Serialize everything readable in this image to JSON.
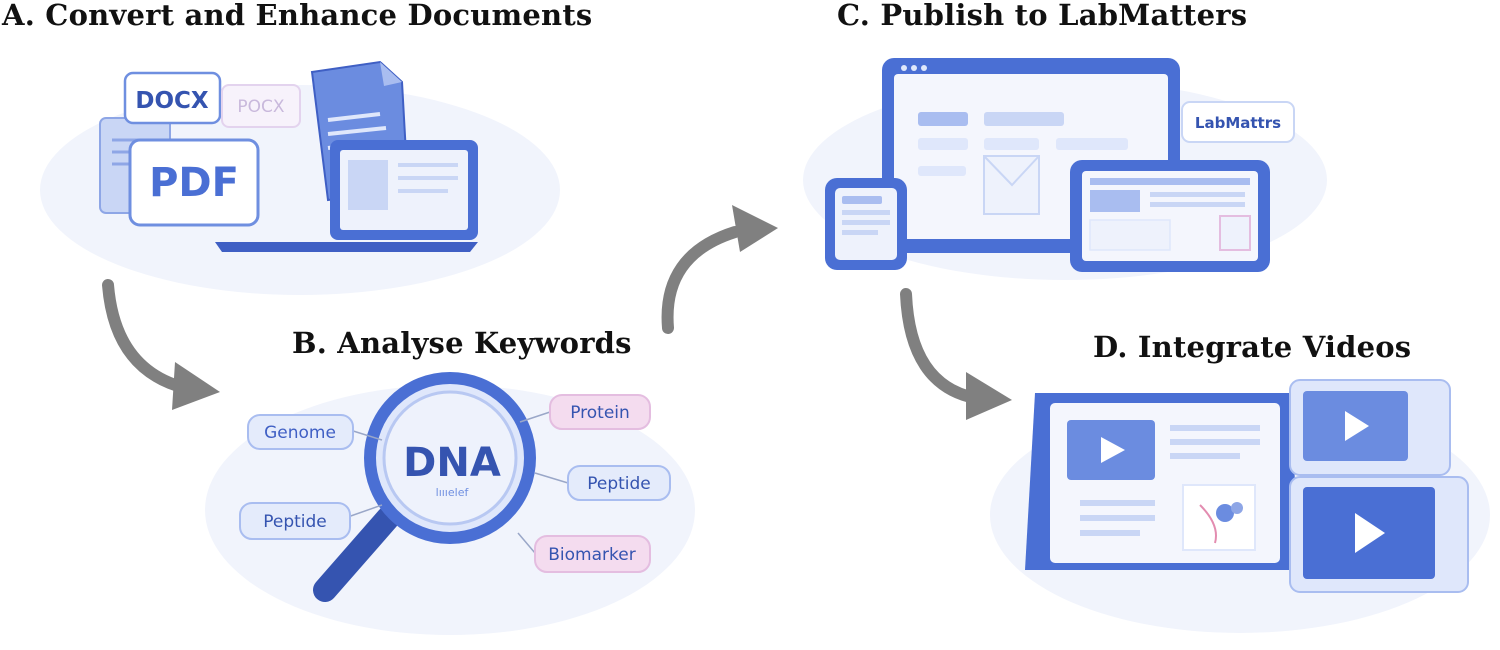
{
  "steps": {
    "a": {
      "title": "A. Convert and Enhance Documents"
    },
    "b": {
      "title": "B. Analyse Keywords"
    },
    "c": {
      "title": "C. Publish to LabMatters"
    },
    "d": {
      "title": "D. Integrate Videos"
    }
  },
  "panel_a": {
    "doc_label_primary": "DOCX",
    "doc_label_faded": "POCX",
    "pdf_label": "PDF",
    "doc_icon": "document-icon",
    "laptop_icon": "laptop-icon"
  },
  "panel_b": {
    "center_keyword": "DNA",
    "center_subtext": "lıııelef",
    "keywords": [
      "Genome",
      "Peptide",
      "Protein",
      "Peptide",
      "Biomarker"
    ],
    "magnifier_icon": "magnifying-glass-icon"
  },
  "panel_c": {
    "brand_label": "LabMattrs",
    "devices": [
      "desktop-monitor-icon",
      "phone-icon",
      "tablet-icon"
    ]
  },
  "panel_d": {
    "play_icon": "play-icon",
    "devices": [
      "tablet-icon",
      "video-card-icon"
    ]
  },
  "colors": {
    "accent_blue": "#4a6fd4",
    "dark_blue": "#3554b0",
    "light_blue": "#dfe7fb",
    "pink_tag": "#f4dcef",
    "arrow_gray": "#808080",
    "title_text": "#111111"
  }
}
